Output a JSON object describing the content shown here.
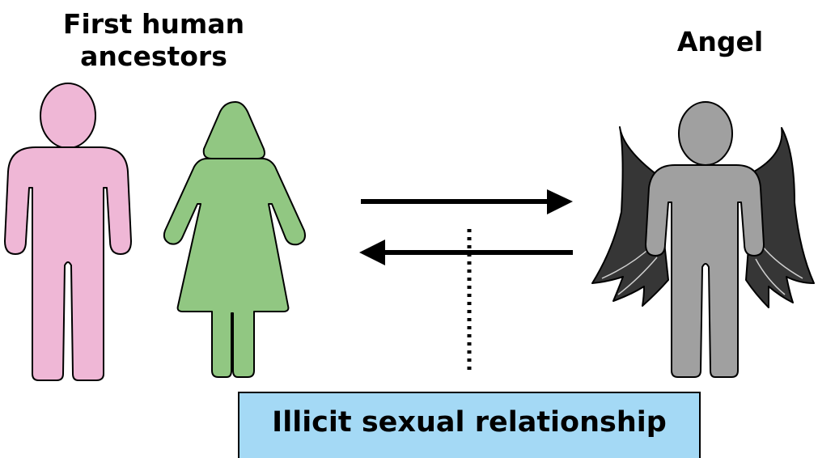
{
  "labels": {
    "humans": "First human\nancestors",
    "angel": "Angel",
    "relationship": "Illicit sexual relationship"
  },
  "colors": {
    "man": "#efb7d6",
    "woman": "#91c782",
    "angel_body": "#a0a0a0",
    "angel_wings": "#363636",
    "relationship_box": "#a4d9f5"
  },
  "icons": {
    "man": "male-figure-icon",
    "woman": "female-figure-icon",
    "angel": "winged-figure-icon",
    "arrow_right": "arrow-right-icon",
    "arrow_left": "arrow-left-icon"
  }
}
